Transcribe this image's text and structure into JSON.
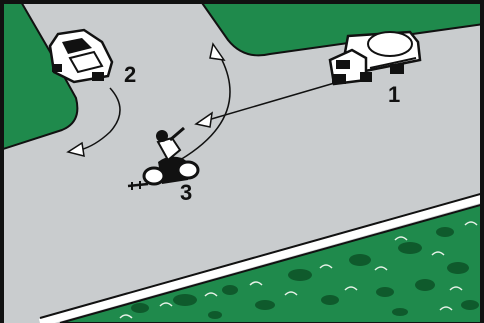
{
  "scene": {
    "colors": {
      "road": "#c9ccce",
      "grass": "#1f8a4c",
      "grass_dark": "#0f5a2c",
      "outline": "#111111",
      "arrow": "#ffffff",
      "vehicle": "#ffffff"
    },
    "labels": {
      "truck": "1",
      "car": "2",
      "motorcycle": "3"
    },
    "icons": {
      "truck": "truck-icon",
      "car": "car-icon",
      "motorcycle": "motorcycle-icon"
    }
  }
}
